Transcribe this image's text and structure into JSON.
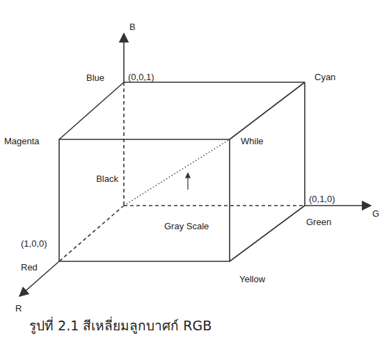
{
  "diagram": {
    "caption": "รูปที่ 2.1 สีเหลี่ยมลูกบาศก์ RGB",
    "labels": [
      "B",
      "Blue",
      "(0,0,1)",
      "Cyan",
      "Magenta",
      "While",
      "Black",
      "(0,1,0)",
      "G",
      "Gray Scale",
      "Green",
      "(1,0,0)",
      "Red",
      "Yellow",
      "R"
    ]
  }
}
